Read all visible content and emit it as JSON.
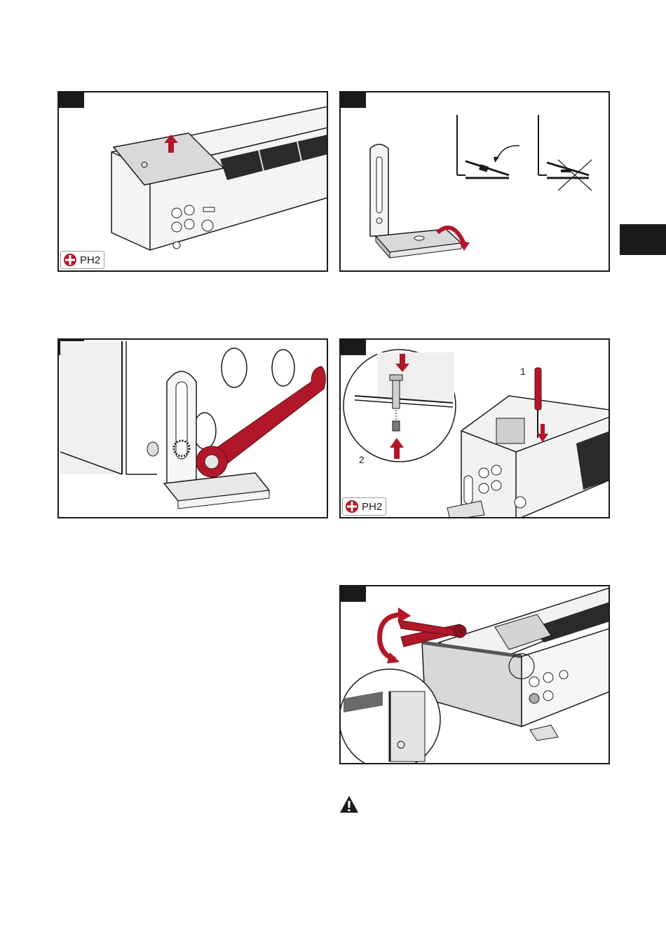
{
  "panels": [
    {
      "id": "remove-cover",
      "tool_label": "PH2"
    },
    {
      "id": "bracket-orientation"
    },
    {
      "id": "wrench-tighten"
    },
    {
      "id": "screw-fix",
      "tool_label": "PH2",
      "callouts": [
        "1",
        "2"
      ]
    },
    {
      "id": "pliers-bend"
    }
  ],
  "colors": {
    "accent_red": "#b0182a",
    "line": "#1a1a1a",
    "grey": "#cfcfcf"
  },
  "icons": {
    "tool": "phillips-screwdriver-icon",
    "warning": "warning-triangle-icon"
  }
}
